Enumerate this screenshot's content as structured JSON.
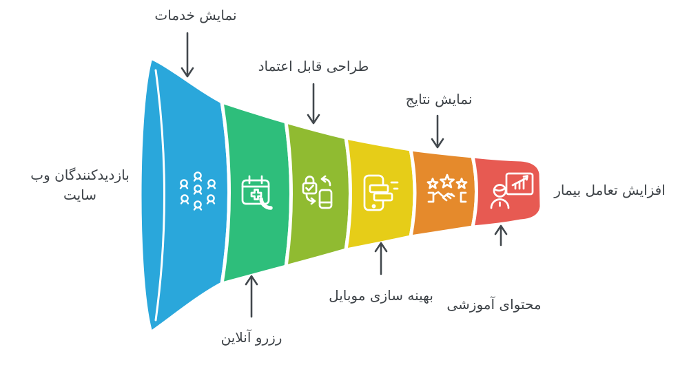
{
  "palette": {
    "text": "#3d4247",
    "arrow": "#42484d",
    "icon_stroke": "#ffffff"
  },
  "funnel": {
    "input_label": {
      "line1": "بازدیدکنندگان وب",
      "line2": "سایت"
    },
    "output_label": "افزایش تعامل بیمار",
    "segments": [
      {
        "label": "نمایش خدمات",
        "color": "#2aa7db",
        "icon": "network-nodes-icon",
        "label_position": "top"
      },
      {
        "label": "رزرو آنلاین",
        "color": "#2ebe7b",
        "icon": "calendar-phone-icon",
        "label_position": "bottom"
      },
      {
        "label": "طراحی قابل اعتماد",
        "color": "#90bb31",
        "icon": "lock-phone-sync-icon",
        "label_position": "top"
      },
      {
        "label": "بهینه سازی موبایل",
        "color": "#e6cd18",
        "icon": "mobile-cards-icon",
        "label_position": "bottom"
      },
      {
        "label": "نمایش نتایج",
        "color": "#e58a2c",
        "icon": "stars-handshake-icon",
        "label_position": "top"
      },
      {
        "label": "محتوای آموزشی",
        "color": "#e75a52",
        "icon": "person-presentation-icon",
        "label_position": "bottom"
      }
    ]
  }
}
